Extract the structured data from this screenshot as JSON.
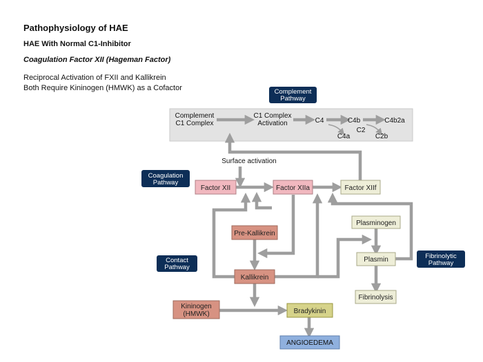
{
  "header": {
    "title": "Pathophysiology of HAE",
    "subtitle": "HAE With Normal C1-Inhibitor",
    "factor": "Coagulation Factor XII (Hageman Factor)",
    "line1": "Reciprocal Activation of FXII and Kallikrein",
    "line2": "Both Require Kininogen (HMWK) as a Cofactor"
  },
  "tags": {
    "complement": [
      "Complement",
      "Pathway"
    ],
    "coagulation": [
      "Coagulation",
      "Pathway"
    ],
    "contact": [
      "Contact",
      "Pathway"
    ],
    "fibrinolytic": [
      "Fibrinolytic",
      "Pathway"
    ]
  },
  "complement_row": {
    "c1": [
      "Complement",
      "C1 Complex"
    ],
    "c1act": [
      "C1 Complex",
      "Activation"
    ],
    "c4": "C4",
    "c4b": "C4b",
    "c4b2a": "C4b2a",
    "c4a": "C4a",
    "c2": "C2",
    "c2b": "C2b"
  },
  "labels": {
    "surface": "Surface activation"
  },
  "nodes": {
    "factor_xii": "Factor XII",
    "factor_xiia": "Factor XIIa",
    "factor_xiif": "Factor XIIf",
    "pre_kallikrein": "Pre-Kallikrein",
    "kallikrein": "Kallikrein",
    "kininogen": [
      "Kininogen",
      "(HMWK)"
    ],
    "bradykinin": "Bradykinin",
    "angioedema": "ANGIOEDEMA",
    "plasminogen": "Plasminogen",
    "plasmin": "Plasmin",
    "fibrinolysis": "Fibrinolysis"
  },
  "colors": {
    "tag": "#0d2e57",
    "pink": "#f1b8bf",
    "salmon": "#d79282",
    "olive": "#d6d38a",
    "cream": "#eeeed8",
    "blue": "#8fb0de",
    "arrow": "#9e9e9e",
    "panel": "#e3e3e3"
  }
}
